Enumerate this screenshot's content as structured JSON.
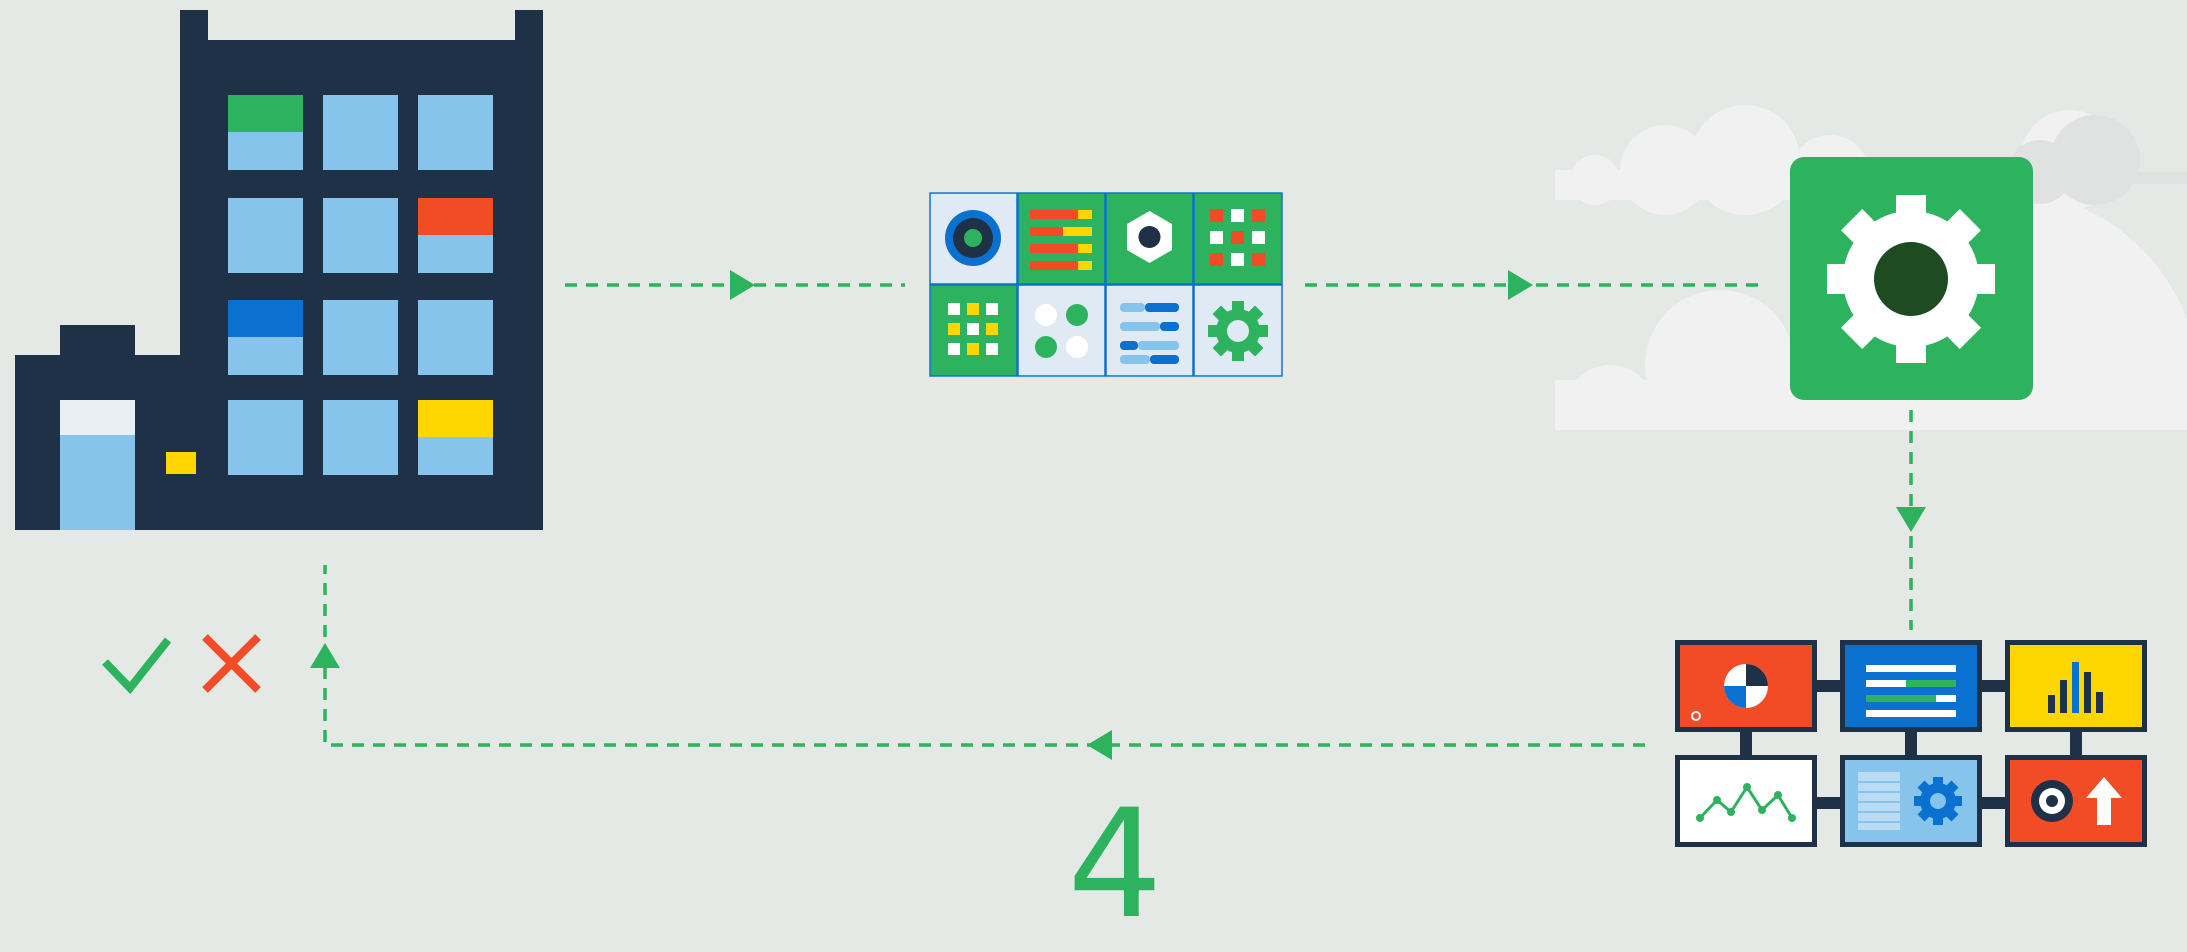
{
  "step_number": "4",
  "colors": {
    "background": "#e4e9e5",
    "navy": "#1e3147",
    "green": "#2db35d",
    "dark_green": "#1e4b22",
    "light_blue": "#86c4ec",
    "blue": "#0a71d1",
    "red": "#f24c27",
    "yellow": "#ffd600",
    "white": "#ffffff",
    "cloud": "#f0f1f0"
  },
  "icons": {
    "office_building": "office-building-icon",
    "approve": "checkmark-icon",
    "reject": "cross-icon",
    "module_grid": "app-module-grid-icon",
    "process_engine": "gear-icon",
    "output_panels": "dashboard-panels-icon",
    "cloud": "cloud-icon",
    "flow_arrow": "dashed-arrow-icon"
  },
  "flow": [
    {
      "from": "office_building",
      "to": "module_grid",
      "direction": "right"
    },
    {
      "from": "module_grid",
      "to": "process_engine",
      "direction": "right"
    },
    {
      "from": "process_engine",
      "to": "output_panels",
      "direction": "down"
    },
    {
      "from": "output_panels",
      "to": "office_building",
      "direction": "left-then-up"
    }
  ]
}
